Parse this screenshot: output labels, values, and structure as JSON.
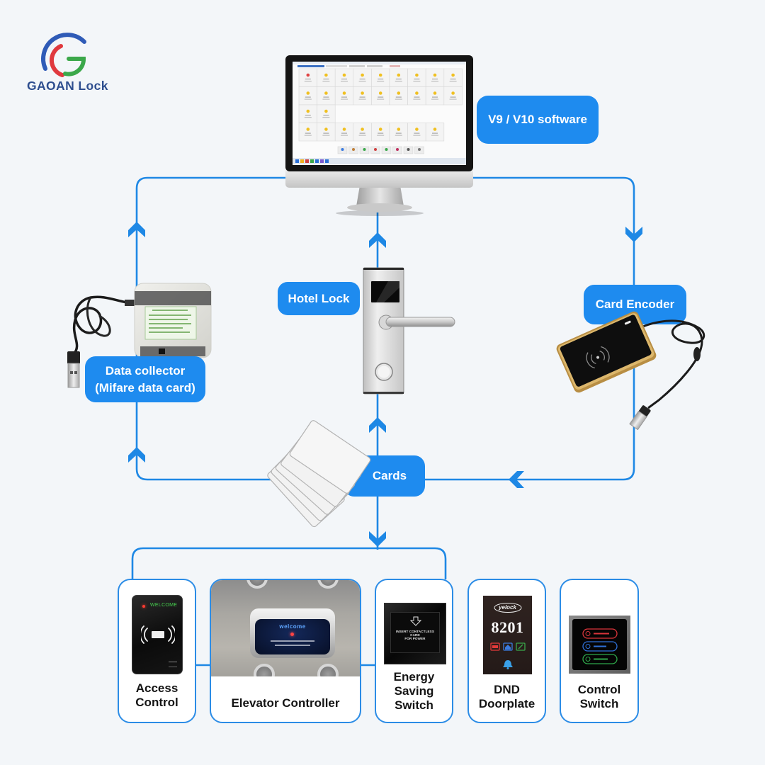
{
  "brand": {
    "name": "GAOAN Lock",
    "colors": {
      "arc_blue": "#2F5BB7",
      "arc_red": "#E0393E",
      "arc_green": "#3BA84A",
      "text": "#2E4E8F"
    }
  },
  "theme": {
    "accent": "#1E8BEF",
    "line": "#1E88E5",
    "background": "#F3F6F9"
  },
  "nodes": {
    "software": {
      "label": "V9 / V10 software"
    },
    "hotel_lock": {
      "label": "Hotel Lock"
    },
    "card_encoder": {
      "label": "Card Encoder"
    },
    "data_collector": {
      "label_line1": "Data collector",
      "label_line2": "(Mifare data card)"
    },
    "cards": {
      "label": "Cards"
    }
  },
  "connections": [
    {
      "from": "Hotel Lock",
      "to": "V9 / V10 software",
      "arrow": "up"
    },
    {
      "from": "V9 / V10 software",
      "to": "Card Encoder",
      "arrow": "down"
    },
    {
      "from": "Card Encoder",
      "to": "Cards",
      "arrow": "left"
    },
    {
      "from": "Cards",
      "to": "Hotel Lock",
      "arrow": "up"
    },
    {
      "from": "Cards",
      "to": "Data collector",
      "arrow": "up"
    },
    {
      "from": "Data collector",
      "to": "V9 / V10 software",
      "arrow": "up"
    },
    {
      "from": "Cards",
      "to": "Devices",
      "arrow": "down"
    }
  ],
  "devices": {
    "access_control": {
      "line1": "Access",
      "line2": "Control",
      "screen_text": "WELCOME"
    },
    "elevator_controller": {
      "line1": "Elevator Controller",
      "screen_text": "welcome"
    },
    "energy_saving_switch": {
      "line1": "Energy",
      "line2": "Saving",
      "line3": "Switch",
      "panel_text1": "INSERT CONTACTLESS CARD",
      "panel_text2": "FOR POWER"
    },
    "dnd_doorplate": {
      "line1": "DND",
      "line2": "Doorplate",
      "brand_text": "yelock",
      "room_number": "8201"
    },
    "control_switch": {
      "line1": "Control",
      "line2": "Switch"
    }
  }
}
